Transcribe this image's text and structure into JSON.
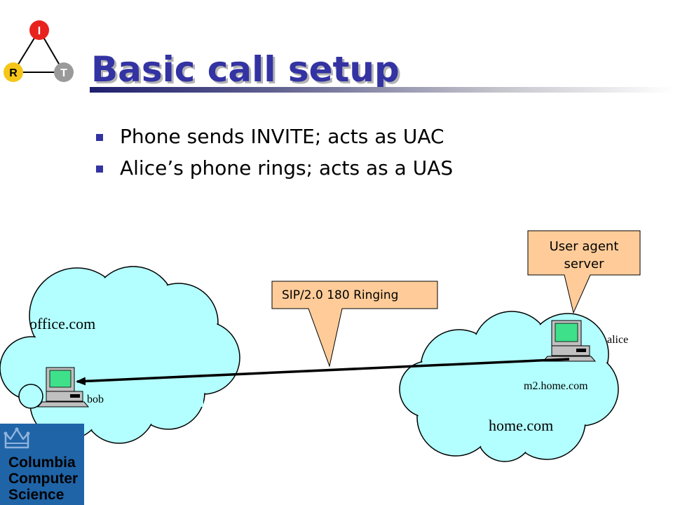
{
  "slide": {
    "title": "Basic call setup",
    "bullets": [
      "Phone sends INVITE; acts as UAC",
      "Alice’s phone rings; acts as a UAS"
    ]
  },
  "logo": {
    "top_letter": "I",
    "left_letter": "R",
    "right_letter": "T",
    "colors": {
      "top": "#e8221c",
      "left": "#f5c518",
      "right": "#9a9a9a"
    }
  },
  "diagram": {
    "clouds": [
      {
        "domain": "office.com"
      },
      {
        "domain": "home.com"
      }
    ],
    "hosts": {
      "bob": "bob",
      "alice": "alice",
      "alice_host": "m2.home.com"
    },
    "callouts": {
      "ringing": "SIP/2.0 180 Ringing",
      "user_agent_server": [
        "User agent",
        "server"
      ]
    },
    "colors": {
      "cloud": "#b3ffff",
      "callout": "#ffcc99",
      "arrow": "#000000"
    }
  },
  "branding": {
    "lines": [
      "Columbia",
      "Computer",
      "Science"
    ]
  }
}
